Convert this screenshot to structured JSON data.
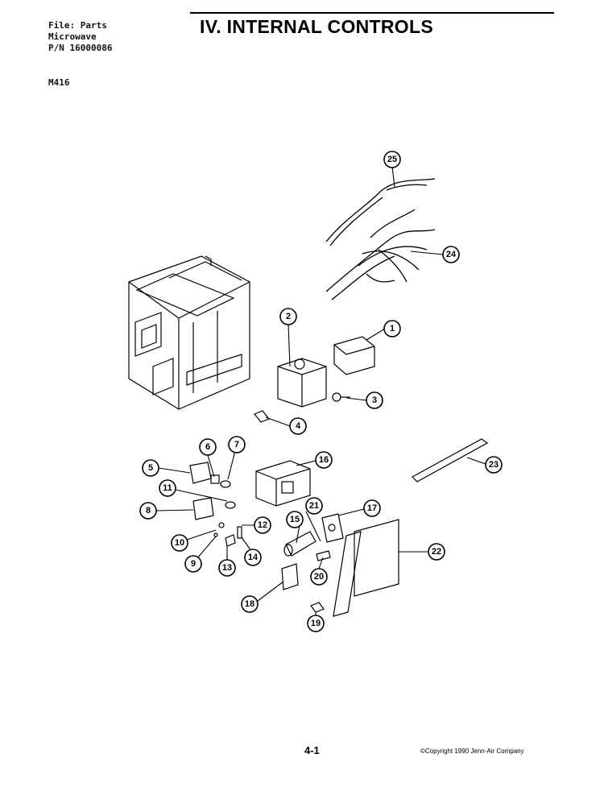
{
  "header": {
    "file": "File: Parts",
    "type": "Microwave",
    "part_number": "P/N 16000086"
  },
  "model": "M416",
  "title": "IV. INTERNAL CONTROLS",
  "footer": {
    "page_number": "4-1",
    "copyright": "©Copyright 1990 Jenn-Air Company"
  },
  "callouts": [
    "1",
    "2",
    "3",
    "4",
    "5",
    "6",
    "7",
    "8",
    "9",
    "10",
    "11",
    "12",
    "13",
    "14",
    "15",
    "16",
    "17",
    "18",
    "19",
    "20",
    "21",
    "22",
    "23",
    "24",
    "25"
  ]
}
